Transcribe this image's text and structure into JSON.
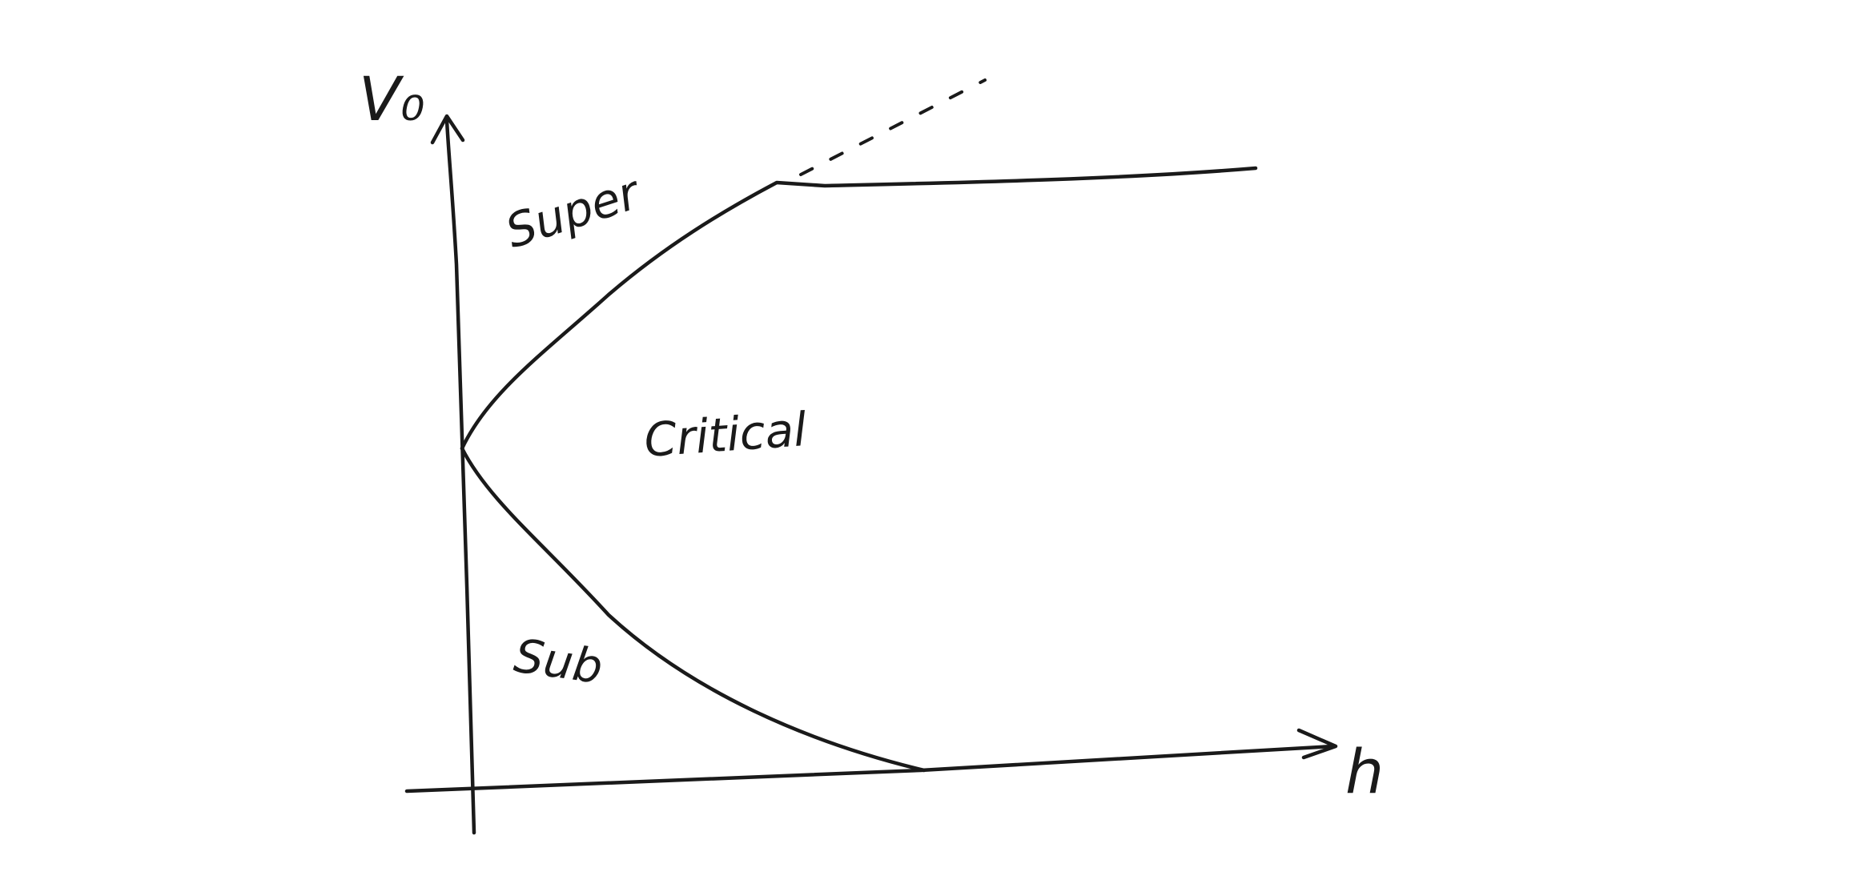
{
  "diagram": {
    "axes": {
      "y_label": "V₀",
      "x_label": "h"
    },
    "regions": {
      "upper": "Super",
      "middle": "Critical",
      "lower": "Sub"
    }
  }
}
